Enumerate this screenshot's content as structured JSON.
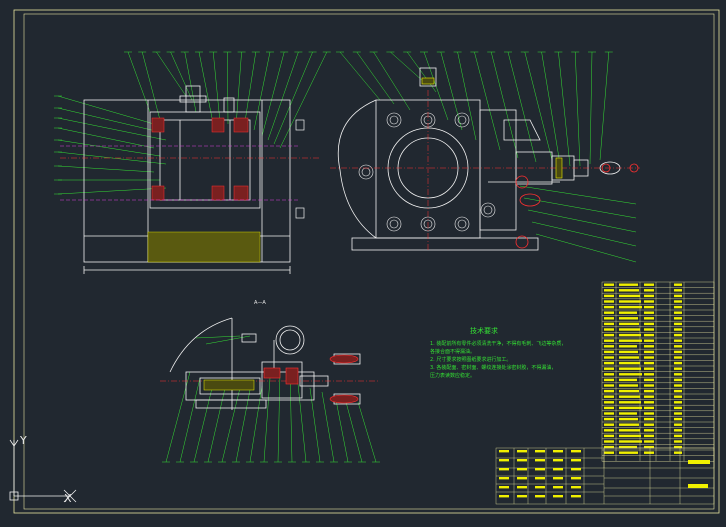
{
  "drawing": {
    "section_label": "A—A",
    "tech_notes_title": "技术要求",
    "tech_notes": [
      "1. 装配前所有零件必须清洗干净，不得有毛刺、飞边等杂质，",
      "   各接合面不得漏油。",
      "2. 尺寸要求按照图纸要求进行加工。",
      "3. 各装配面、密封面、螺纹连接处涂密封胶，不得漏油，",
      "   压力表读数应稳定。"
    ],
    "ucs": {
      "x_label": "X",
      "y_label": "Y"
    }
  },
  "colors": {
    "background": "#212830",
    "frame": "#e8e4a0",
    "outline": "#f2f2f2",
    "leader": "#34e034",
    "centerline": "#ff3030",
    "hidden": "#e040e0",
    "table_text": "#f0f000",
    "hatch": "#f0f000",
    "spring": "#ff3030"
  }
}
